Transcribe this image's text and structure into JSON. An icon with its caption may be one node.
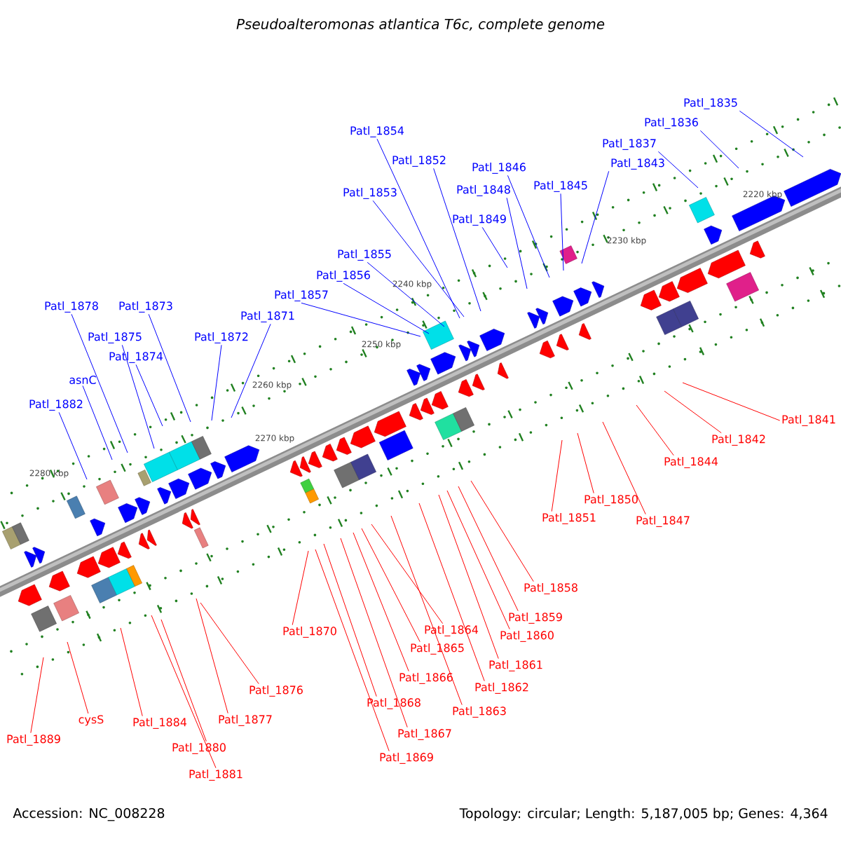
{
  "diagram": {
    "title": "Pseudoalteromonas atlantica T6c, complete genome",
    "nodes": [
      {
        "text": [
          "Patl_1835"
        ]
      },
      {
        "text": [
          "Patl_1836"
        ]
      },
      {
        "text": [
          "Patl_1837"
        ]
      },
      {
        "text": [
          "Patl_1854"
        ]
      },
      {
        "text": [
          "Patl_1852"
        ]
      },
      {
        "text": [
          "Patl_1846"
        ]
      },
      {
        "text": [
          "Patl_1843"
        ]
      },
      {
        "text": [
          "Patl_1853"
        ]
      },
      {
        "text": [
          "Patl_1848"
        ]
      },
      {
        "text": [
          "Patl_1845"
        ]
      },
      {
        "text": [
          "Patl_1849"
        ]
      },
      {
        "text": [
          "Patl_1855"
        ]
      },
      {
        "text": [
          "Patl_1856"
        ]
      },
      {
        "text": [
          "Patl_1857"
        ]
      },
      {
        "text": [
          "Patl_1878"
        ]
      },
      {
        "text": [
          "Patl_1873"
        ]
      },
      {
        "text": [
          "Patl_1871"
        ]
      },
      {
        "text": [
          "Patl_1875"
        ]
      },
      {
        "text": [
          "Patl_1872"
        ]
      },
      {
        "text": [
          "Patl_1874"
        ]
      },
      {
        "text": [
          "asnC"
        ]
      },
      {
        "text": [
          "Patl_1882"
        ]
      },
      {
        "text": [
          "Patl_1841"
        ]
      },
      {
        "text": [
          "Patl_1842"
        ]
      },
      {
        "text": [
          "Patl_1844"
        ]
      },
      {
        "text": [
          "Patl_1851"
        ]
      },
      {
        "text": [
          "Patl_1850"
        ]
      },
      {
        "text": [
          "Patl_1847"
        ]
      },
      {
        "text": [
          "Patl_1858"
        ]
      },
      {
        "text": [
          "Patl_1859"
        ]
      },
      {
        "text": [
          "Patl_1870"
        ]
      },
      {
        "text": [
          "Patl_1864"
        ]
      },
      {
        "text": [
          "Patl_1860"
        ]
      },
      {
        "text": [
          "Patl_1865"
        ]
      },
      {
        "text": [
          "Patl_1861"
        ]
      },
      {
        "text": [
          "Patl_1866"
        ]
      },
      {
        "text": [
          "Patl_1862"
        ]
      },
      {
        "text": [
          "Patl_1876"
        ]
      },
      {
        "text": [
          "Patl_1868"
        ]
      },
      {
        "text": [
          "Patl_1863"
        ]
      },
      {
        "text": [
          "Patl_1877"
        ]
      },
      {
        "text": [
          "Patl_1884"
        ]
      },
      {
        "text": [
          "cysS"
        ]
      },
      {
        "text": [
          "Patl_1867"
        ]
      },
      {
        "text": [
          "Patl_1889"
        ]
      },
      {
        "text": [
          "Patl_1880"
        ]
      },
      {
        "text": [
          "Patl_1869"
        ]
      },
      {
        "text": [
          "Patl_1881"
        ]
      }
    ],
    "edges": [
      {
        "from": 0,
        "to": null,
        "arrow": "none",
        "color": "#0000ff"
      },
      {
        "from": 1,
        "to": null,
        "arrow": "none",
        "color": "#0000ff"
      },
      {
        "from": 2,
        "to": null,
        "arrow": "none",
        "color": "#0000ff"
      },
      {
        "from": 3,
        "to": null,
        "arrow": "none",
        "color": "#0000ff"
      },
      {
        "from": 4,
        "to": null,
        "arrow": "none",
        "color": "#0000ff"
      },
      {
        "from": 5,
        "to": null,
        "arrow": "none",
        "color": "#0000ff"
      },
      {
        "from": 6,
        "to": null,
        "arrow": "none",
        "color": "#0000ff"
      },
      {
        "from": 7,
        "to": null,
        "arrow": "none",
        "color": "#0000ff"
      },
      {
        "from": 8,
        "to": null,
        "arrow": "none",
        "color": "#0000ff"
      },
      {
        "from": 9,
        "to": null,
        "arrow": "none",
        "color": "#0000ff"
      },
      {
        "from": 10,
        "to": null,
        "arrow": "none",
        "color": "#0000ff"
      },
      {
        "from": 11,
        "to": null,
        "arrow": "none",
        "color": "#0000ff"
      },
      {
        "from": 12,
        "to": null,
        "arrow": "none",
        "color": "#0000ff"
      },
      {
        "from": 13,
        "to": null,
        "arrow": "none",
        "color": "#0000ff"
      },
      {
        "from": 14,
        "to": null,
        "arrow": "none",
        "color": "#0000ff"
      },
      {
        "from": 15,
        "to": null,
        "arrow": "none",
        "color": "#0000ff"
      },
      {
        "from": 16,
        "to": null,
        "arrow": "none",
        "color": "#0000ff"
      },
      {
        "from": 17,
        "to": null,
        "arrow": "none",
        "color": "#0000ff"
      },
      {
        "from": 18,
        "to": null,
        "arrow": "none",
        "color": "#0000ff"
      },
      {
        "from": 19,
        "to": null,
        "arrow": "none",
        "color": "#0000ff"
      },
      {
        "from": 20,
        "to": null,
        "arrow": "none",
        "color": "#0000ff"
      },
      {
        "from": 21,
        "to": null,
        "arrow": "none",
        "color": "#0000ff"
      },
      {
        "from": 22,
        "to": null,
        "arrow": "none"
      },
      {
        "from": 23,
        "to": null,
        "arrow": "none"
      },
      {
        "from": 24,
        "to": null,
        "arrow": "none"
      },
      {
        "from": 25,
        "to": null,
        "arrow": "none"
      },
      {
        "from": 26,
        "to": null,
        "arrow": "none"
      },
      {
        "from": 27,
        "to": null,
        "arrow": "none"
      },
      {
        "from": 28,
        "to": null,
        "arrow": "none"
      },
      {
        "from": 29,
        "to": null,
        "arrow": "none"
      },
      {
        "from": 30,
        "to": null,
        "arrow": "none"
      },
      {
        "from": 31,
        "to": null,
        "arrow": "none"
      },
      {
        "from": 32,
        "to": null,
        "arrow": "none"
      },
      {
        "from": 33,
        "to": null,
        "arrow": "none"
      },
      {
        "from": 34,
        "to": null,
        "arrow": "none"
      },
      {
        "from": 35,
        "to": null,
        "arrow": "none"
      },
      {
        "from": 36,
        "to": null,
        "arrow": "none"
      },
      {
        "from": 37,
        "to": null,
        "arrow": "none"
      },
      {
        "from": 38,
        "to": null,
        "arrow": "none"
      },
      {
        "from": 39,
        "to": null,
        "arrow": "none"
      },
      {
        "from": 40,
        "to": null,
        "arrow": "none"
      },
      {
        "from": 41,
        "to": null,
        "arrow": "none"
      },
      {
        "from": 42,
        "to": null,
        "arrow": "none"
      },
      {
        "from": 43,
        "to": null,
        "arrow": "none"
      },
      {
        "from": 44,
        "to": null,
        "arrow": "none"
      },
      {
        "from": 45,
        "to": null,
        "arrow": "none"
      },
      {
        "from": 46,
        "to": null,
        "arrow": "none"
      },
      {
        "from": 47,
        "to": null,
        "arrow": "none"
      }
    ],
    "labels": [
      "2220 kbp",
      "2230 kbp",
      "2240 kbp",
      "2250 kbp",
      "2260 kbp",
      "2270 kbp",
      "2280 kbp",
      "Accession: NC_008228",
      "Topology: circular; Length: 5,187,005 bp; Genes: 4,364"
    ]
  }
}
